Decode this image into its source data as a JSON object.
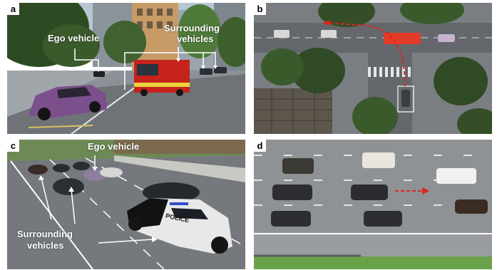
{
  "panels": {
    "a": {
      "label": "a",
      "ego_label": "Ego vehicle",
      "surrounding_label_line1": "Surrounding",
      "surrounding_label_line2": "vehicles"
    },
    "b": {
      "label": "b"
    },
    "c": {
      "label": "c",
      "ego_label": "Ego vehicle",
      "surrounding_label_line1": "Surrounding",
      "surrounding_label_line2": "vehicles",
      "police_text": "POLICE"
    },
    "d": {
      "label": "d"
    }
  },
  "colors": {
    "annotation_text": "#ffffff",
    "trajectory_arrow": "#e0231e",
    "road": "#6f7378",
    "lane_marking": "#ffffff"
  }
}
